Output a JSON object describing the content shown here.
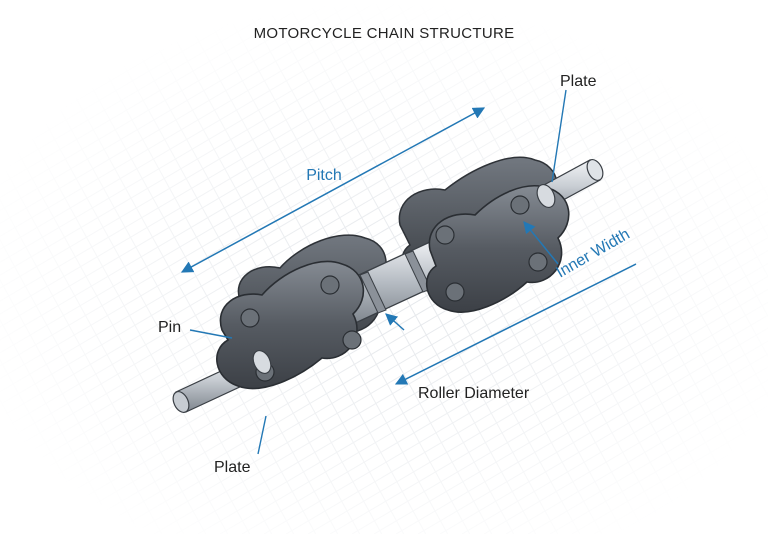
{
  "title": "MOTORCYCLE CHAIN STRUCTURE",
  "labels": {
    "plate_top": "Plate",
    "plate_bottom": "Plate",
    "pin": "Pin",
    "pitch": "Pitch",
    "inner_width": "Inner Width",
    "roller_diameter": "Roller Diameter"
  },
  "colors": {
    "dimension_blue": "#2378b5",
    "plate_dark": "#4a4f56",
    "plate_light": "#7d838b",
    "steel_light": "#d9dde2",
    "grid": "#e6e8ec",
    "text": "#222222"
  }
}
